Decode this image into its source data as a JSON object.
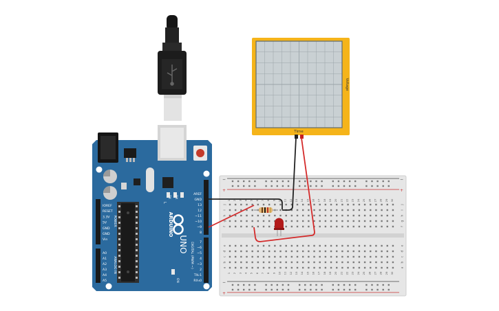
{
  "oscilloscope": {
    "x_axis_label": "Time",
    "y_axis_label": "Voltage",
    "colors": {
      "frame": "#F5B41A",
      "screen": "#C9D0D3",
      "grid": "#9AA4A8"
    }
  },
  "arduino": {
    "model": "UNO",
    "brand": "ARDUINO",
    "power_header_title": "POWER",
    "analog_header_title": "ANALOG IN",
    "digital_header_title": "DIGITAL (PWM ~)",
    "power_pins": [
      "IOREF",
      "RESET",
      "3.3V",
      "5V",
      "GND",
      "GND",
      "Vin"
    ],
    "analog_pins": [
      "A0",
      "A1",
      "A2",
      "A3",
      "A4",
      "A5"
    ],
    "digital_top_pins": [
      "AREF",
      "GND",
      "13",
      "12",
      "~11",
      "~10",
      "~9",
      "8"
    ],
    "digital_bottom_pins": [
      "7",
      "~6",
      "~5",
      "4",
      "~3",
      "2",
      "TX▹1",
      "RX◃0"
    ],
    "led_labels": [
      "L",
      "TX",
      "RX",
      "ON"
    ],
    "colors": {
      "board": "#2B6A9E",
      "board_dark": "#1E5482"
    }
  },
  "breadboard": {
    "row_letters_top": [
      "a",
      "b",
      "c",
      "d",
      "e"
    ],
    "row_letters_bottom": [
      "f",
      "g",
      "h",
      "i",
      "j"
    ],
    "column_numbers": [
      "1",
      "2",
      "3",
      "4",
      "5",
      "6",
      "7",
      "8",
      "9",
      "10",
      "11",
      "12",
      "13",
      "14",
      "15",
      "16",
      "17",
      "18",
      "19",
      "20",
      "21",
      "22",
      "23",
      "24",
      "25",
      "26",
      "27",
      "28",
      "29",
      "30"
    ],
    "rail_plus": "+",
    "rail_minus": "−"
  },
  "wires": {
    "colors": {
      "black": "#222222",
      "red": "#D42A2A"
    }
  }
}
